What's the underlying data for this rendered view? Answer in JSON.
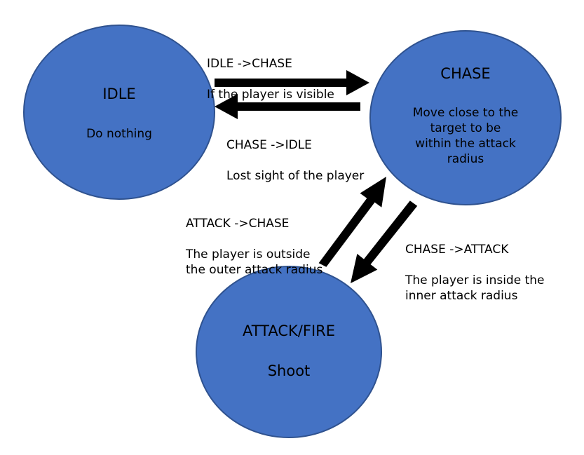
{
  "colors": {
    "node_fill": "#4472C4",
    "node_stroke": "#2F528F",
    "arrow": "#000000",
    "text": "#000000"
  },
  "states": {
    "idle": {
      "title": "IDLE",
      "description": "Do nothing"
    },
    "chase": {
      "title": "CHASE",
      "description": "Move close to the\ntarget to be\nwithin the attack\nradius"
    },
    "attack": {
      "title": "ATTACK/FIRE",
      "description": "Shoot"
    }
  },
  "transitions": {
    "idle_to_chase": {
      "name": "IDLE ->CHASE",
      "condition": "If the player is visible"
    },
    "chase_to_idle": {
      "name": "CHASE ->IDLE",
      "condition": "Lost sight of the player"
    },
    "attack_to_chase": {
      "name": "ATTACK ->CHASE",
      "condition": "The player is outside\nthe outer attack radius"
    },
    "chase_to_attack": {
      "name": "CHASE ->ATTACK",
      "condition": "The player is inside the\ninner attack radius"
    }
  }
}
